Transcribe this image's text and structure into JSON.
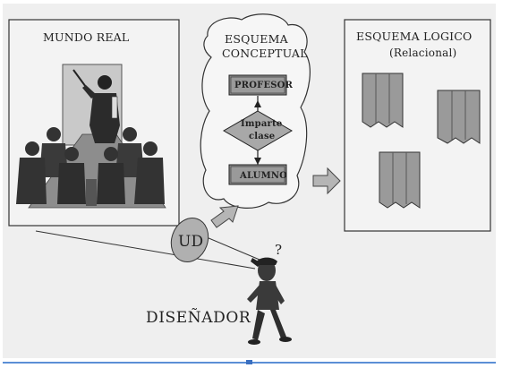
{
  "mundo_real": {
    "title": "MUNDO REAL"
  },
  "esquema_conceptual": {
    "title_line1": "ESQUEMA",
    "title_line2": "CONCEPTUAL",
    "entity_top": "PROFESOR",
    "relationship_line1": "Imparte",
    "relationship_line2": "clase",
    "entity_bottom": "ALUMNO"
  },
  "esquema_logico": {
    "title": "ESQUEMA LOGICO",
    "subtitle": "(Relacional)"
  },
  "ud_label": "UD",
  "designer": {
    "label": "DISEÑADOR",
    "question_mark": "?"
  },
  "colors": {
    "paper": "#efefef",
    "ink": "#222222",
    "box_fill": "#8a8a8a",
    "table_fill": "#9a9a9a",
    "arrow_fill": "#b5b5b5",
    "accent_line": "#5b8fd6"
  }
}
